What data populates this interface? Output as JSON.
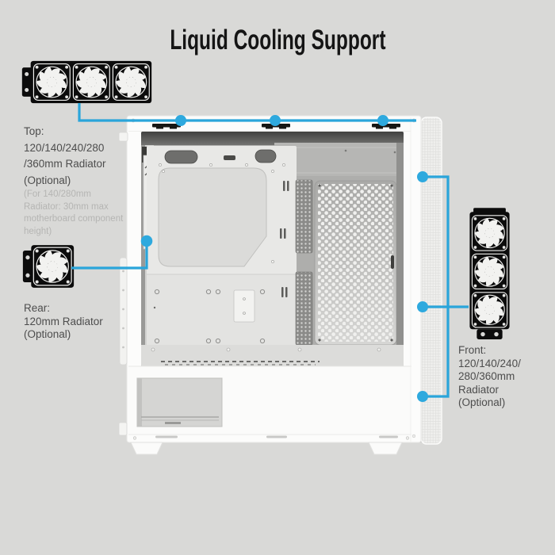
{
  "title": "Liquid Cooling Support",
  "colors": {
    "background": "#d9d9d7",
    "accent_blue": "#2BA7DC",
    "label_text": "#4d4d4d",
    "muted_text": "#b5b5b3",
    "radiator_black": "#0c0c0c",
    "case_white": "#fcfcfb"
  },
  "icons": {
    "top_radiator": "triple-fan-radiator-horizontal",
    "rear_radiator": "single-fan-radiator",
    "front_radiator": "triple-fan-radiator-vertical"
  },
  "labels": {
    "top": {
      "lines": [
        "Top:",
        "120/140/240/280",
        "/360mm Radiator",
        "(Optional)"
      ],
      "note": [
        "(For 140/280mm",
        "Radiator: 30mm max",
        "motherboard component",
        "height)"
      ]
    },
    "rear": {
      "lines": [
        "Rear:",
        "120mm Radiator",
        "(Optional)"
      ]
    },
    "front": {
      "lines": [
        "Front:",
        "120/140/240/",
        "280/360mm",
        "Radiator",
        "(Optional)"
      ]
    }
  }
}
